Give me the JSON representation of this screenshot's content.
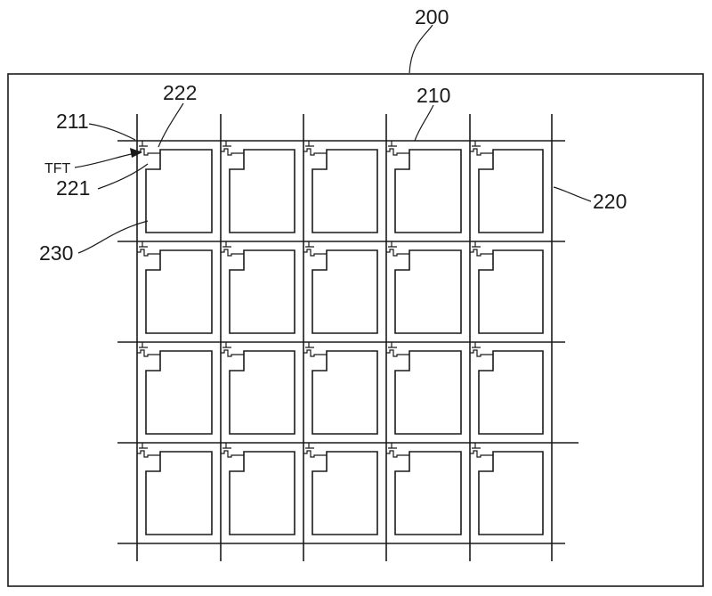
{
  "labels": {
    "panel": "200",
    "gate_line": "210",
    "thin_film_transistor": "TFT",
    "gate_electrode": "211",
    "data_line": "220",
    "source_electrode": "221",
    "drain_electrode": "222",
    "pixel_electrode": "230"
  },
  "colors": {
    "line": "#1a1a1a",
    "background": "#ffffff"
  },
  "pixel_matrix": {
    "rows": 4,
    "columns": 5
  }
}
